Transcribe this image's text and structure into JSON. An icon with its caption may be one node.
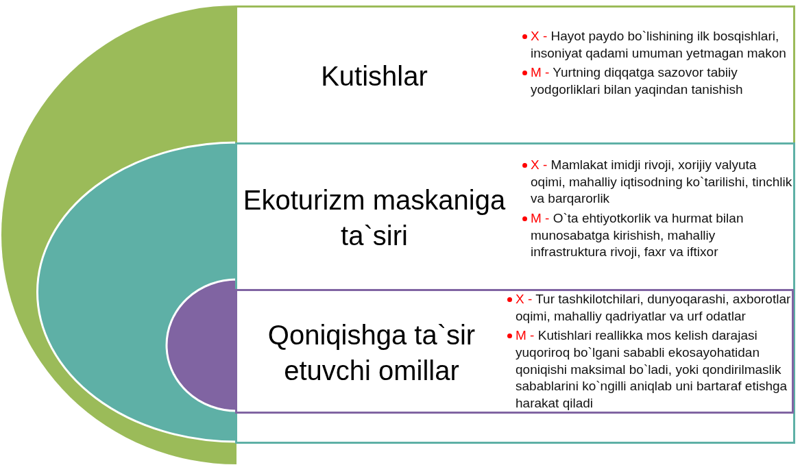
{
  "diagram": {
    "nodes": [
      {
        "text": [
          "Kutishlar",
          "X - Hayot paydo bo`lishining ilk bosqishlari, insoniyat qadami umuman yetmagan makon",
          "M -  Yurtning diqqatga sazovor tabiiy yodgorliklari bilan yaqindan tanishish"
        ]
      },
      {
        "text": [
          "Ekoturizm maskaniga ta`siri",
          "X - Mamlakat imidji rivoji, xorijiy valyuta oqimi, mahalliy iqtisodning ko`tarilishi, tinchlik va barqarorlik",
          "M - O`ta ehtiyotkorlik va hurmat bilan munosabatga kirishish, mahalliy infrastruktura rivoji, faxr va iftixor"
        ],
        "in": 0
      },
      {
        "text": [
          "Qoniqishga ta`sir etuvchi omillar",
          "X - Tur tashkilotchilari, dunyoqarashi, axborotlar oqimi,  mahalliy qadriyatlar va urf odatlar",
          "M - Kutishlari reallikka mos kelish darajasi yuqoriroq bo`lgani sababli ekosayohatidan qoniqishi maksimal bo`ladi, yoki qondirilmaslik sabablarini ko`ngilli aniqlab uni bartaraf etishga harakat qiladi"
        ],
        "in": 1
      }
    ],
    "edges": []
  }
}
